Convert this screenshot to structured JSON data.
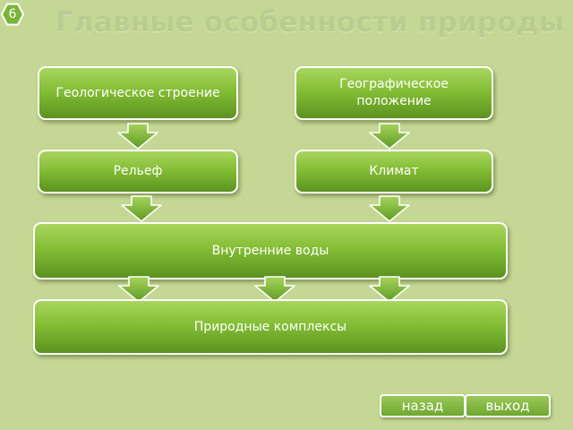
{
  "slide": {
    "number": "6",
    "title": "Главные особенности природы"
  },
  "diagram": {
    "geology": "Геологическое строение",
    "geography": "Географическое положение",
    "relief": "Рельеф",
    "climate": "Климат",
    "inland_waters": "Внутренние воды",
    "natural_complexes": "Природные комплексы"
  },
  "nav": {
    "back": "назад",
    "exit": "выход"
  },
  "colors": {
    "background": "#c5d794",
    "box_top": "#a9d55e",
    "box_bottom": "#5c9220",
    "title": "#b9cd91",
    "hexagon": "#7cb43a"
  }
}
